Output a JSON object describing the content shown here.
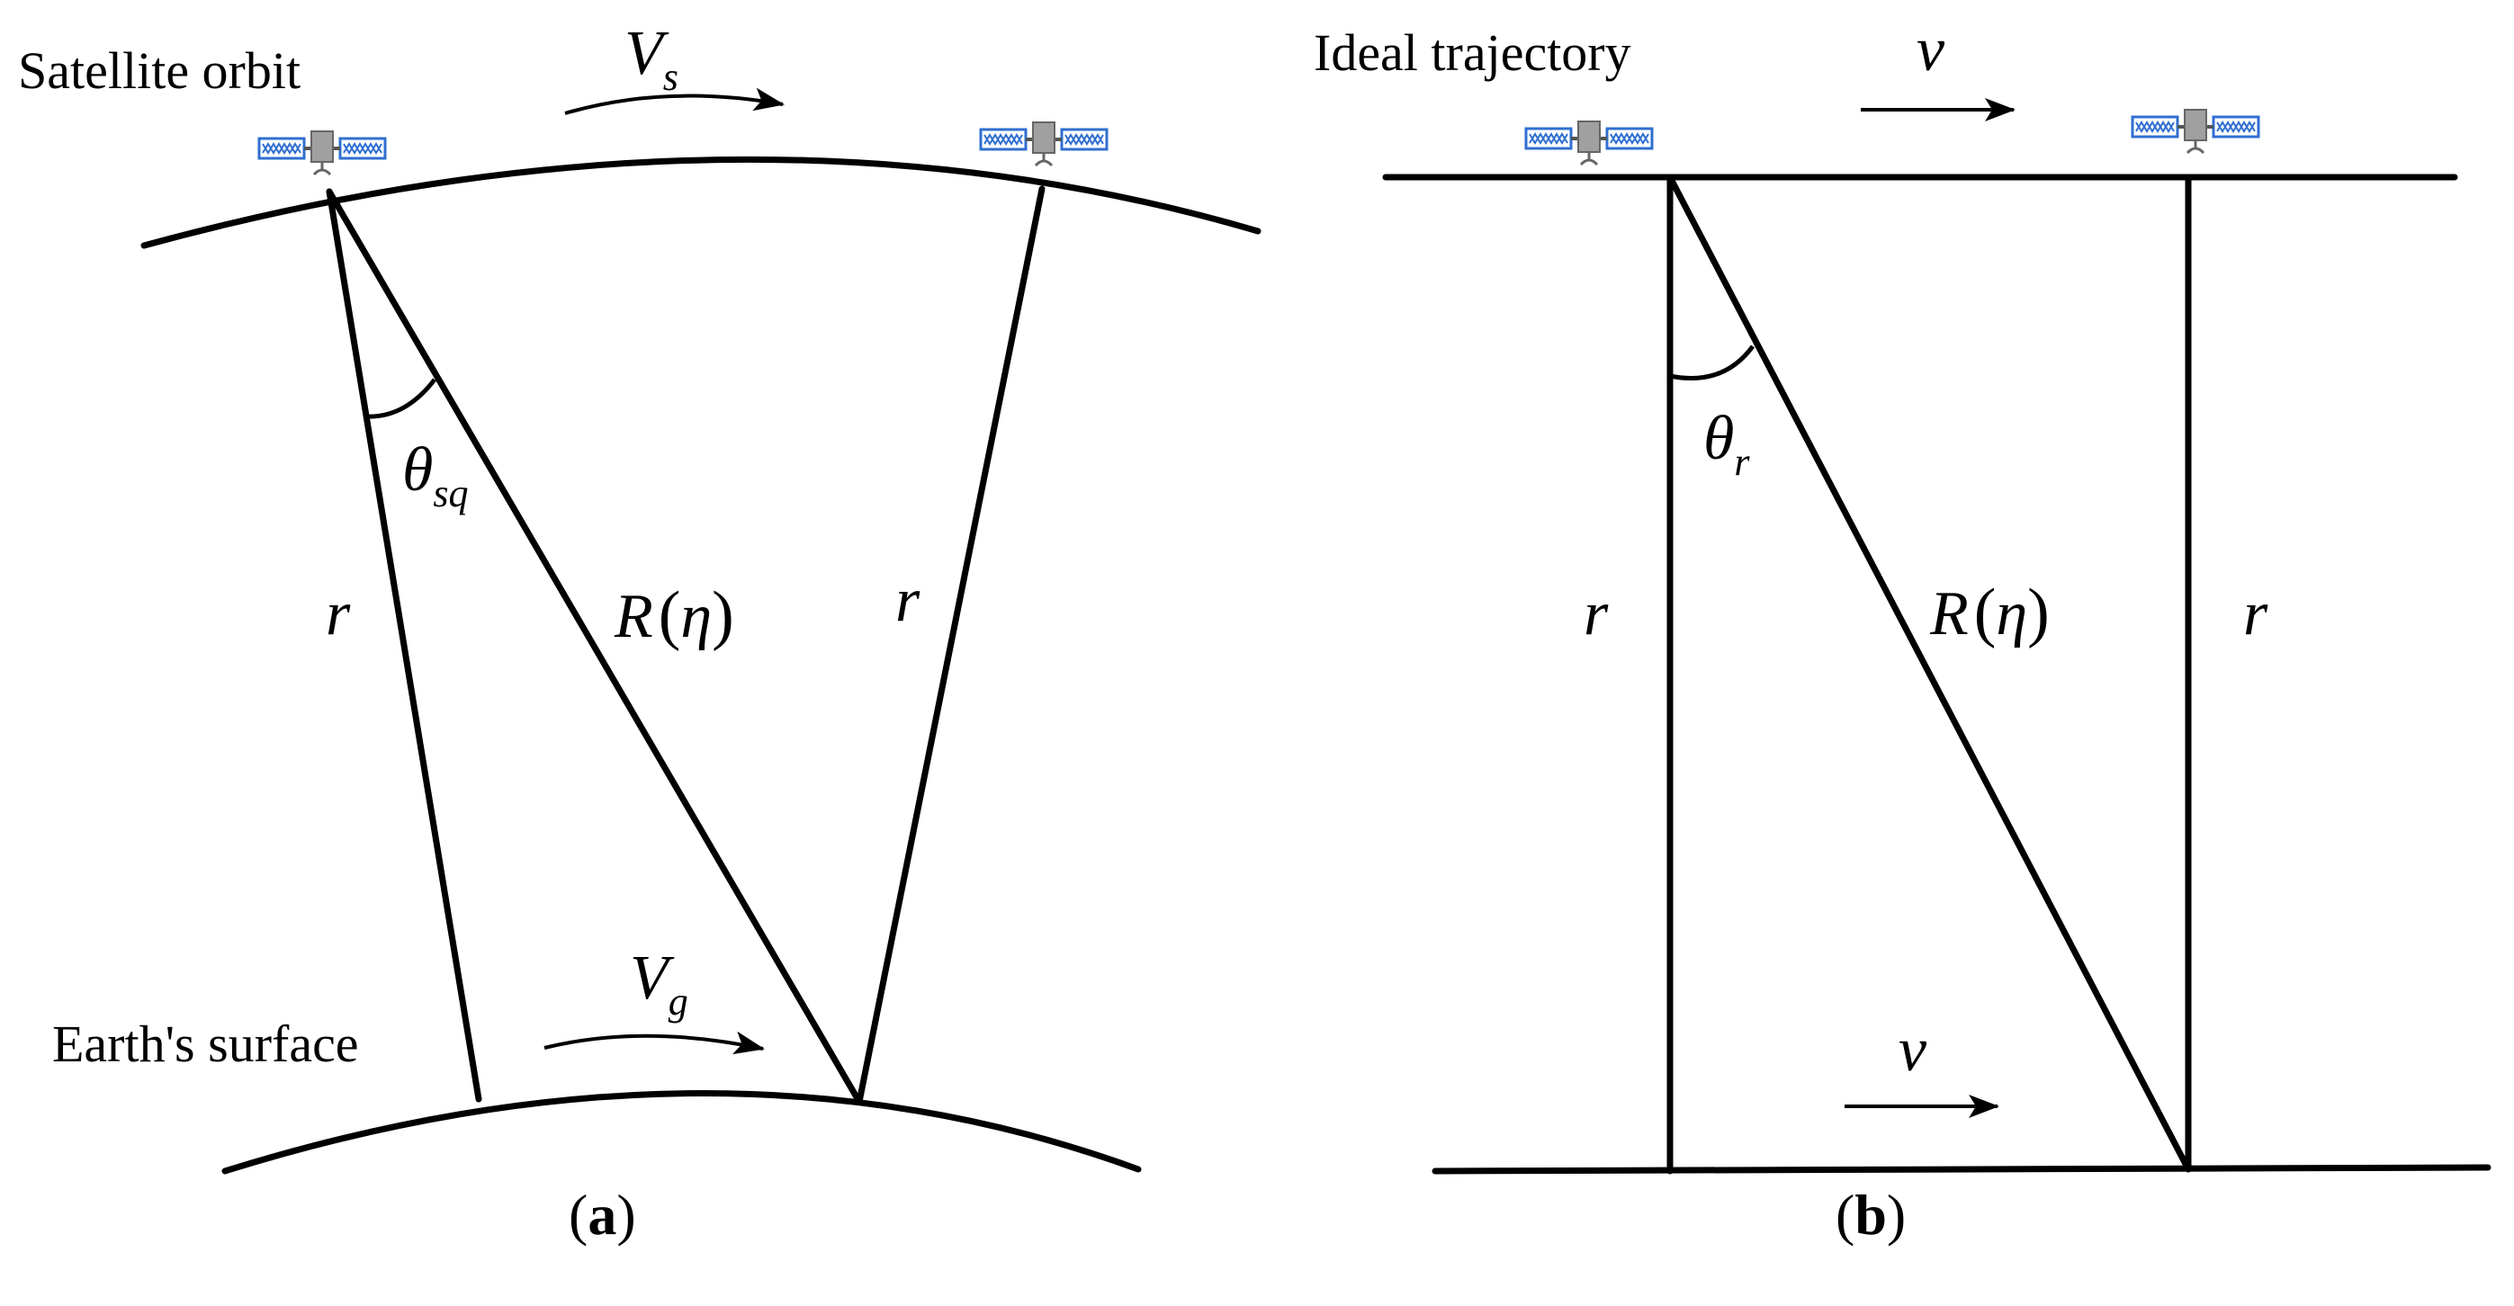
{
  "panel_a": {
    "orbit_label": "Satellite orbit",
    "surface_label": "Earth's surface",
    "vs_symbol": "V",
    "vs_sub": "s",
    "vg_symbol": "V",
    "vg_sub": "g",
    "theta_symbol": "θ",
    "theta_sub": "sq",
    "r_left": "r",
    "r_right": "r",
    "range_symbol": "R",
    "range_paren_open": "(",
    "range_arg": "η",
    "range_paren_close": ")",
    "caption_open": "(",
    "caption_letter": "a",
    "caption_close": ")"
  },
  "panel_b": {
    "trajectory_label": "Ideal trajectory",
    "v_top": "v",
    "v_bottom": "v",
    "theta_symbol": "θ",
    "theta_sub": "r",
    "r_left": "r",
    "r_right": "r",
    "range_symbol": "R",
    "range_paren_open": "(",
    "range_arg": "η",
    "range_paren_close": ")",
    "caption_open": "(",
    "caption_letter": "b",
    "caption_close": ")"
  },
  "colors": {
    "line": "#000000",
    "satellite_panel": "#2f6fd0",
    "satellite_body": "#a0a0a0"
  },
  "icons": [
    "satellite-icon"
  ]
}
